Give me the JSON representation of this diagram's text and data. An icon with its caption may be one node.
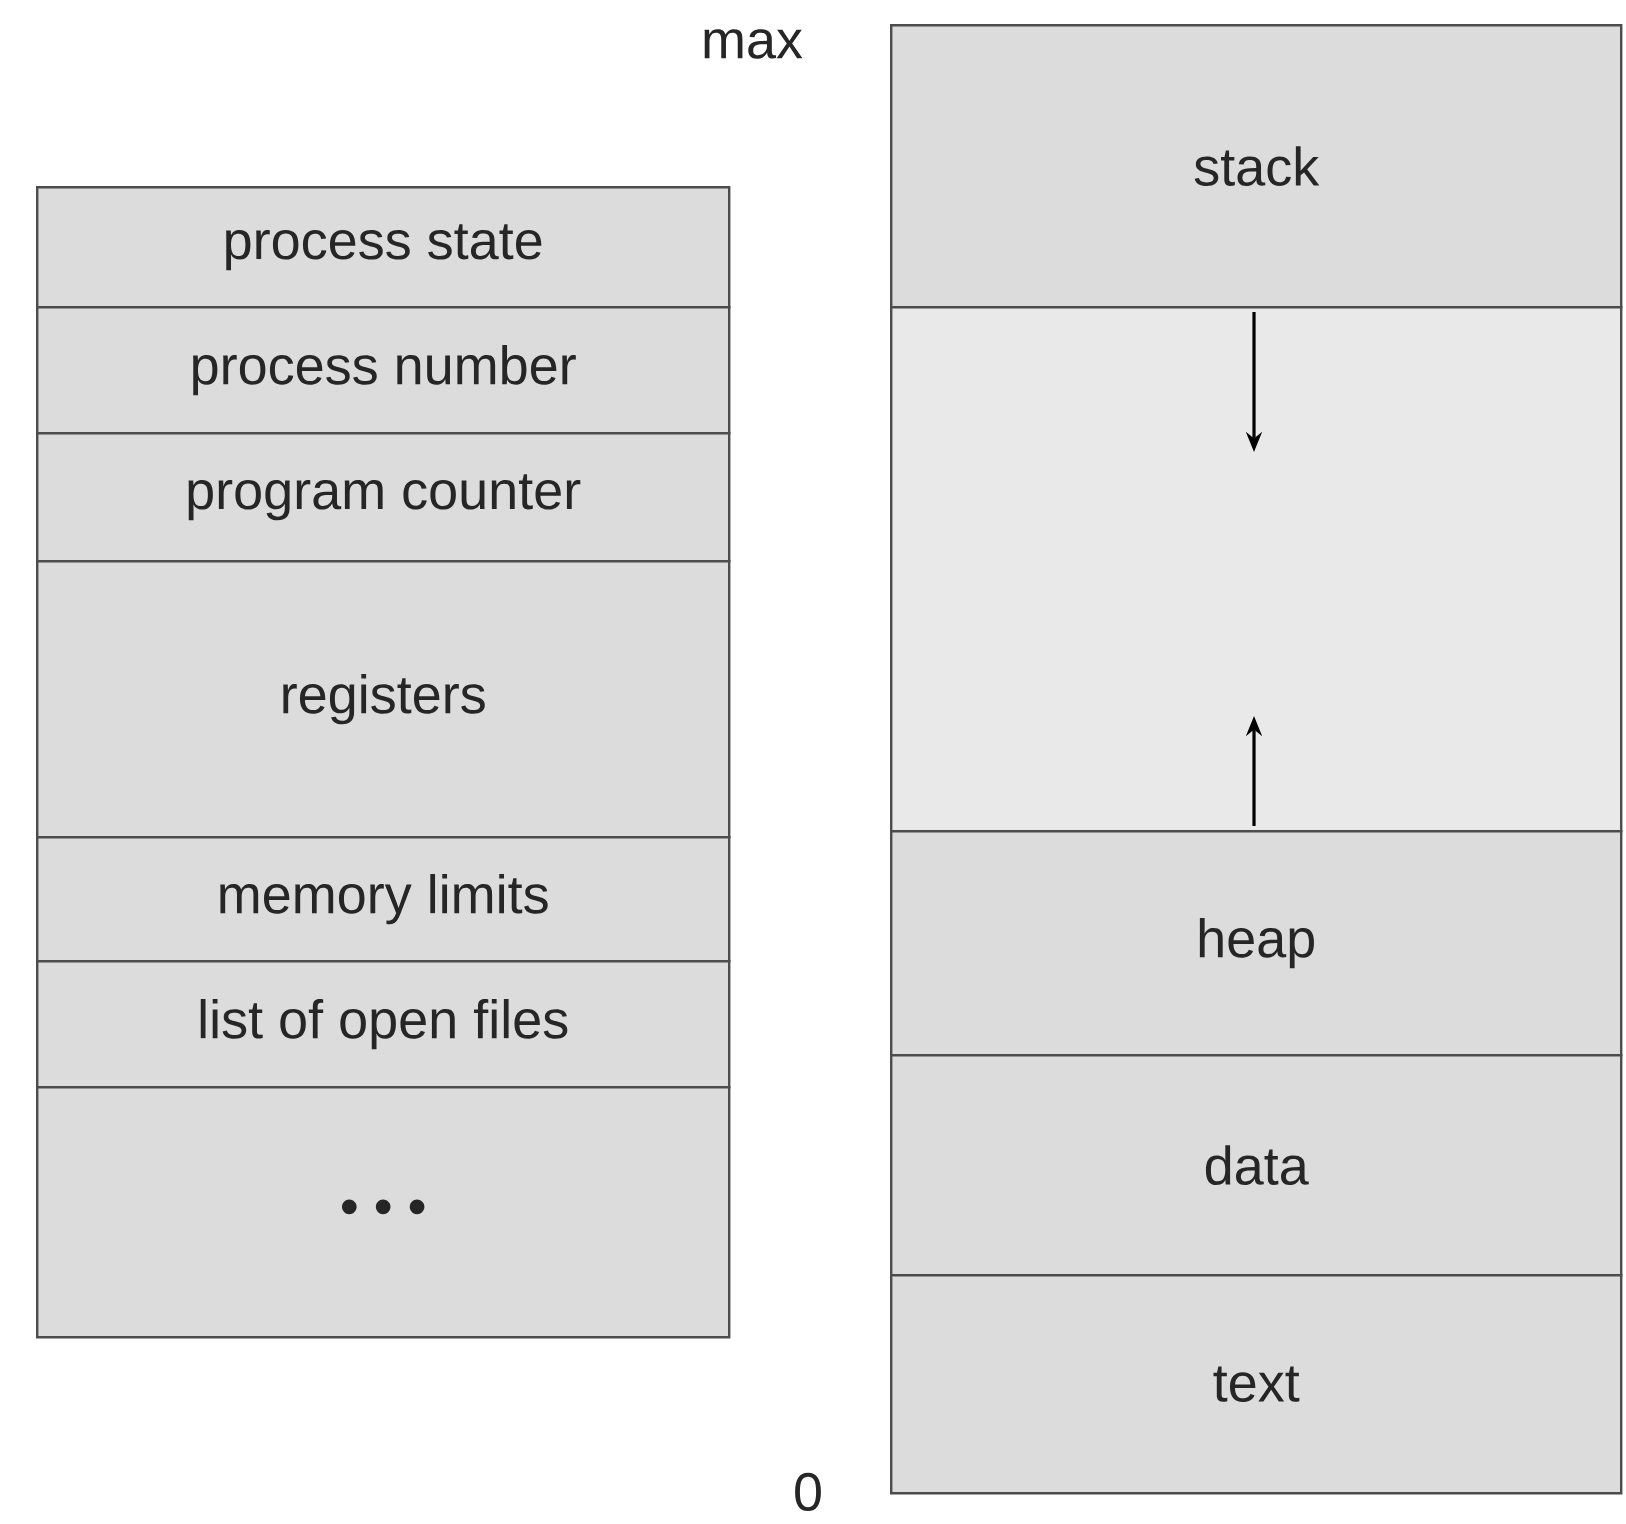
{
  "diagram": {
    "nodes": [
      {
        "text": [
          "process state"
        ]
      },
      {
        "text": [
          "process number"
        ]
      },
      {
        "text": [
          "program counter"
        ]
      },
      {
        "text": [
          "registers"
        ]
      },
      {
        "text": [
          "memory limits"
        ]
      },
      {
        "text": [
          "list of open files"
        ]
      },
      {
        "text": [
          "• • •"
        ]
      },
      {
        "text": [
          "stack"
        ]
      },
      {
        "text": [],
        "shape": "box"
      },
      {
        "text": [
          "heap"
        ]
      },
      {
        "text": [
          "data"
        ]
      },
      {
        "text": [
          "text"
        ]
      }
    ],
    "labels": [
      "max",
      "0"
    ]
  }
}
